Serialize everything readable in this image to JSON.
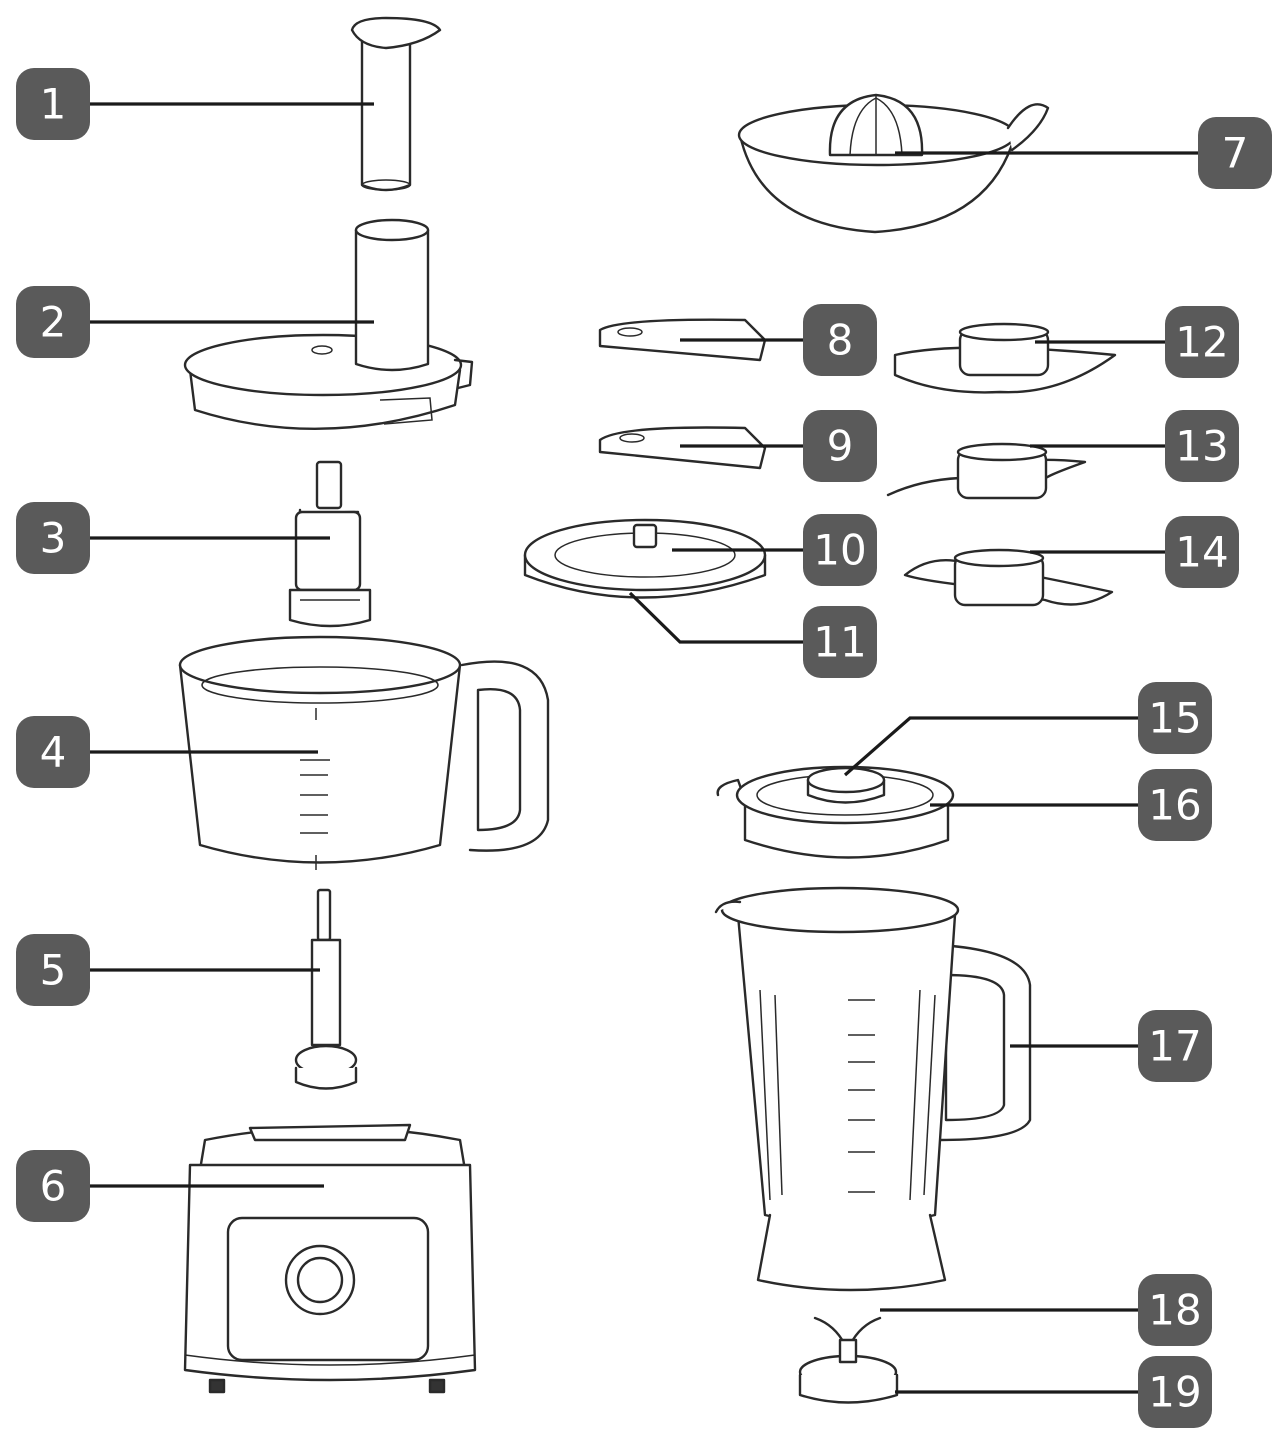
{
  "labels": [
    "1",
    "2",
    "3",
    "4",
    "5",
    "6",
    "7",
    "8",
    "9",
    "10",
    "11",
    "12",
    "13",
    "14",
    "15",
    "16",
    "17",
    "18",
    "19"
  ],
  "colors": {
    "badge": "#5a5a5a",
    "badge_text": "#ffffff",
    "line": "#1a1a1a"
  }
}
